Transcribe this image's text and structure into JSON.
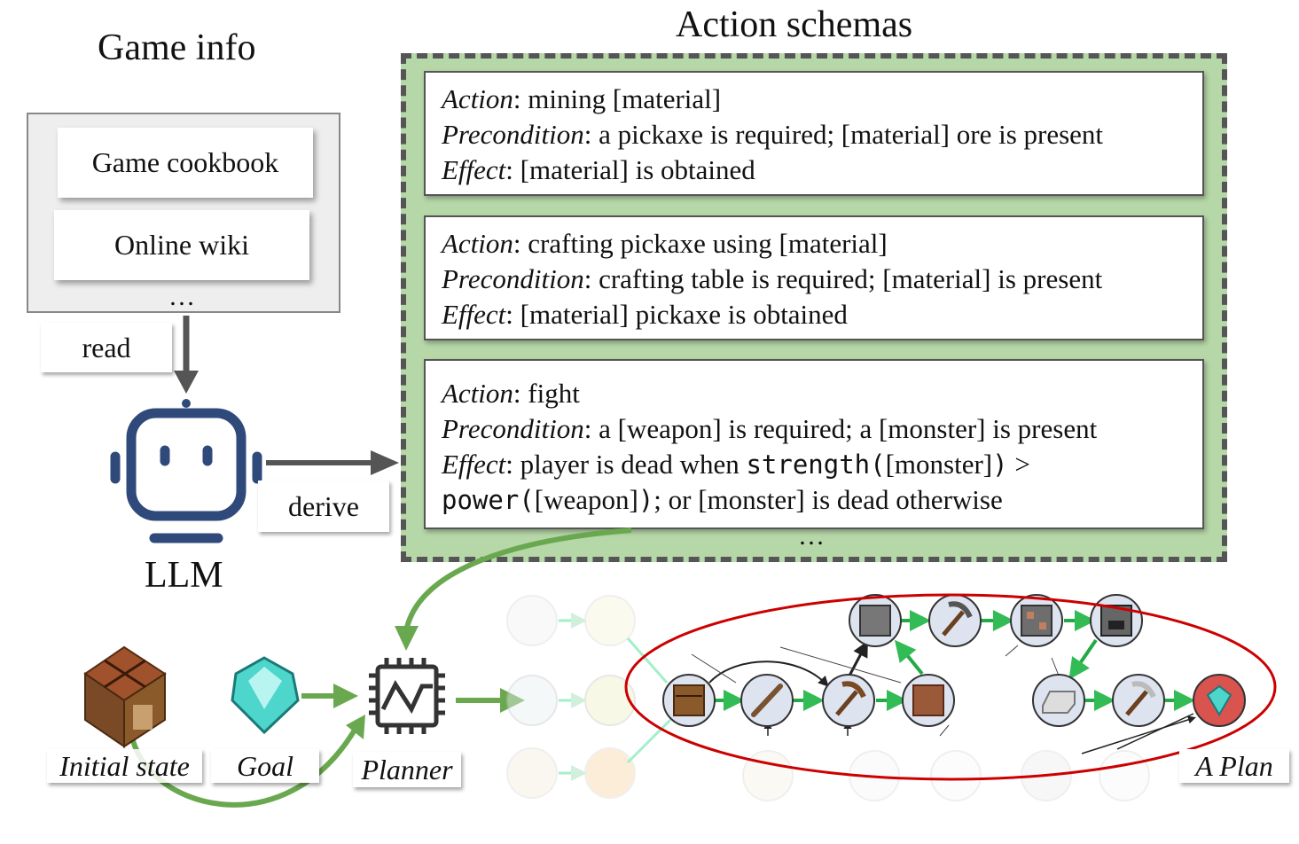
{
  "game_info": {
    "title": "Game info",
    "items": [
      "Game cookbook",
      "Online wiki"
    ],
    "ellipsis": "…",
    "read_label": "read"
  },
  "llm": {
    "label": "LLM",
    "derive_label": "derive"
  },
  "action_schemas": {
    "title": "Action schemas",
    "ellipsis": "…",
    "schemas": [
      {
        "action": "mining [material]",
        "precondition": "a pickaxe is required; [material] ore is present",
        "effect": "[material] is obtained"
      },
      {
        "action": "crafting pickaxe using [material]",
        "precondition": "crafting table is required; [material] is present",
        "effect": "[material] pickaxe is obtained"
      },
      {
        "action": "fight",
        "precondition": "a [weapon] is required; a [monster] is present",
        "effect_pre": "player is dead when ",
        "effect_code1": "strength(",
        "effect_mid1": "[monster]",
        "effect_code2": ")",
        "effect_mid2": " >",
        "effect_code3": "power(",
        "effect_mid3": "[weapon]",
        "effect_code4": ")",
        "effect_post": "; or [monster] is dead otherwise"
      }
    ],
    "field_names": {
      "action": "Action",
      "precondition": "Precondition",
      "effect": "Effect"
    }
  },
  "bottom": {
    "initial_state": "Initial state",
    "goal": "Goal",
    "planner": "Planner",
    "plan": "A Plan"
  },
  "colors": {
    "green_arrow": "#6aa84f",
    "panel_fill": "#b6d7a8",
    "dash": "#555555",
    "red_ellipse": "#cc0000",
    "llm_blue": "#2f4a7a"
  }
}
